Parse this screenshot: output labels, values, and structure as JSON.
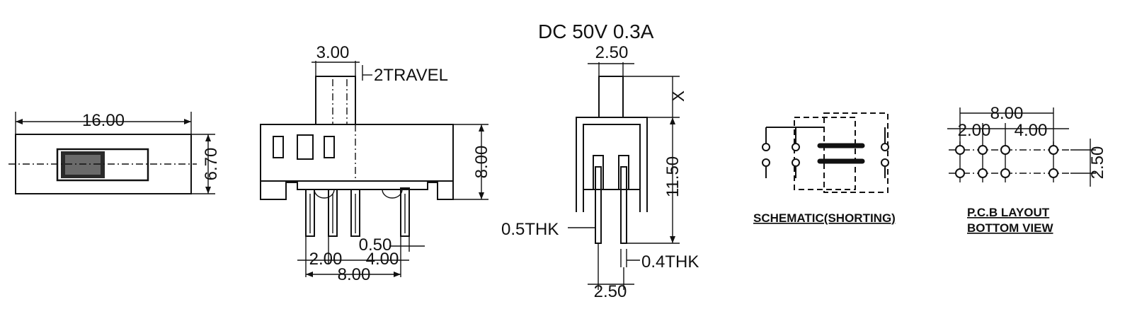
{
  "rating": "DC  50V  0.3A",
  "top_view": {
    "width": "16.00",
    "height": "6.70"
  },
  "front_view": {
    "actuator_width": "3.00",
    "travel": "2TRAVEL",
    "body_height": "8.00",
    "pin_width": "0.50",
    "pitch_a": "2.00",
    "pitch_b": "4.00",
    "total_pitch": "8.00"
  },
  "side_view": {
    "actuator_width": "2.50",
    "x_label": "X",
    "height": "11.50",
    "frame_thickness": "0.5THK",
    "pin_thickness": "0.4THK",
    "pin_spacing": "2.50"
  },
  "schematic": {
    "caption": "SCHEMATIC(SHORTING)"
  },
  "pcb_layout": {
    "total": "8.00",
    "pitch_a": "2.00",
    "pitch_b": "4.00",
    "row_spacing": "2.50",
    "caption_line1": "P.C.B LAYOUT",
    "caption_line2": "BOTTOM VIEW"
  }
}
